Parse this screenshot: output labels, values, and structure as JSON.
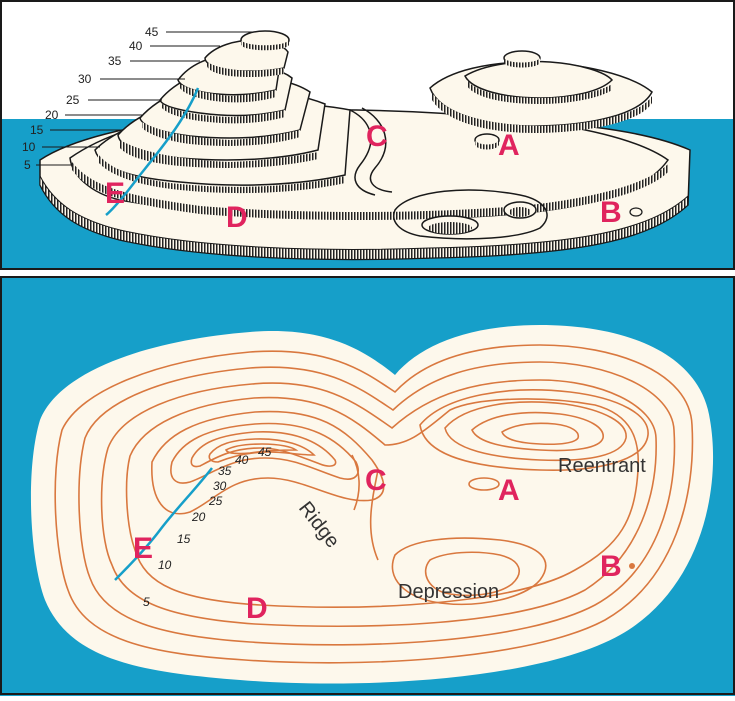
{
  "colors": {
    "sea": "#169fc9",
    "contour": "#d9783f",
    "marker": "#e0245e",
    "land": "#fdf8ec",
    "ink": "#1a1a1a"
  },
  "block_diagram": {
    "elevations": [
      "45",
      "40",
      "35",
      "30",
      "25",
      "20",
      "15",
      "10",
      "5"
    ],
    "markers": {
      "a": "A",
      "b": "B",
      "c": "C",
      "d": "D",
      "e": "E"
    }
  },
  "contour_map": {
    "contour_labels": [
      "45",
      "40",
      "35",
      "30",
      "25",
      "20",
      "15",
      "10",
      "5"
    ],
    "markers": {
      "a": "A",
      "b": "B",
      "c": "C",
      "d": "D",
      "e": "E"
    },
    "features": {
      "reentrant": "Reentrant",
      "ridge": "Ridge",
      "depression": "Depression"
    }
  }
}
